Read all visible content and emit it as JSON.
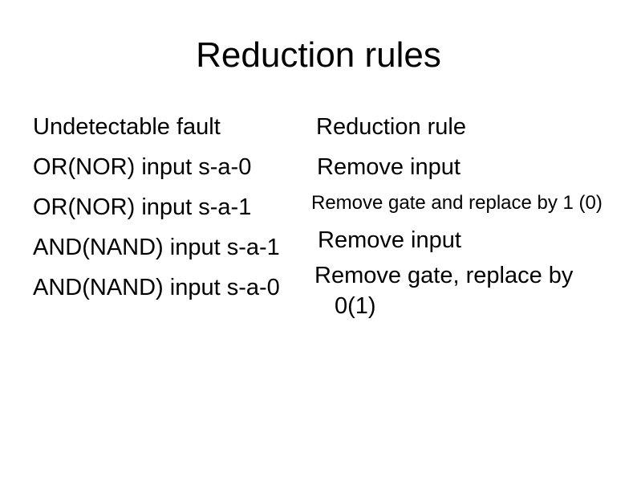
{
  "slide_title": "Reduction rules",
  "columns": {
    "fault_header": "Undetectable fault",
    "rule_header": "Reduction rule"
  },
  "rows": [
    {
      "fault": "OR(NOR) input s-a-0",
      "rule": "Remove input"
    },
    {
      "fault": "OR(NOR) input s-a-1",
      "rule": "Remove gate and replace by 1 (0)"
    },
    {
      "fault": "AND(NAND) input s-a-1",
      "rule": "Remove input"
    },
    {
      "fault": "AND(NAND) input s-a-0",
      "rule": "Remove gate, replace by",
      "rule_continuation": "0(1)"
    }
  ],
  "colors": {
    "background": "#ffffff",
    "text": "#000000"
  }
}
